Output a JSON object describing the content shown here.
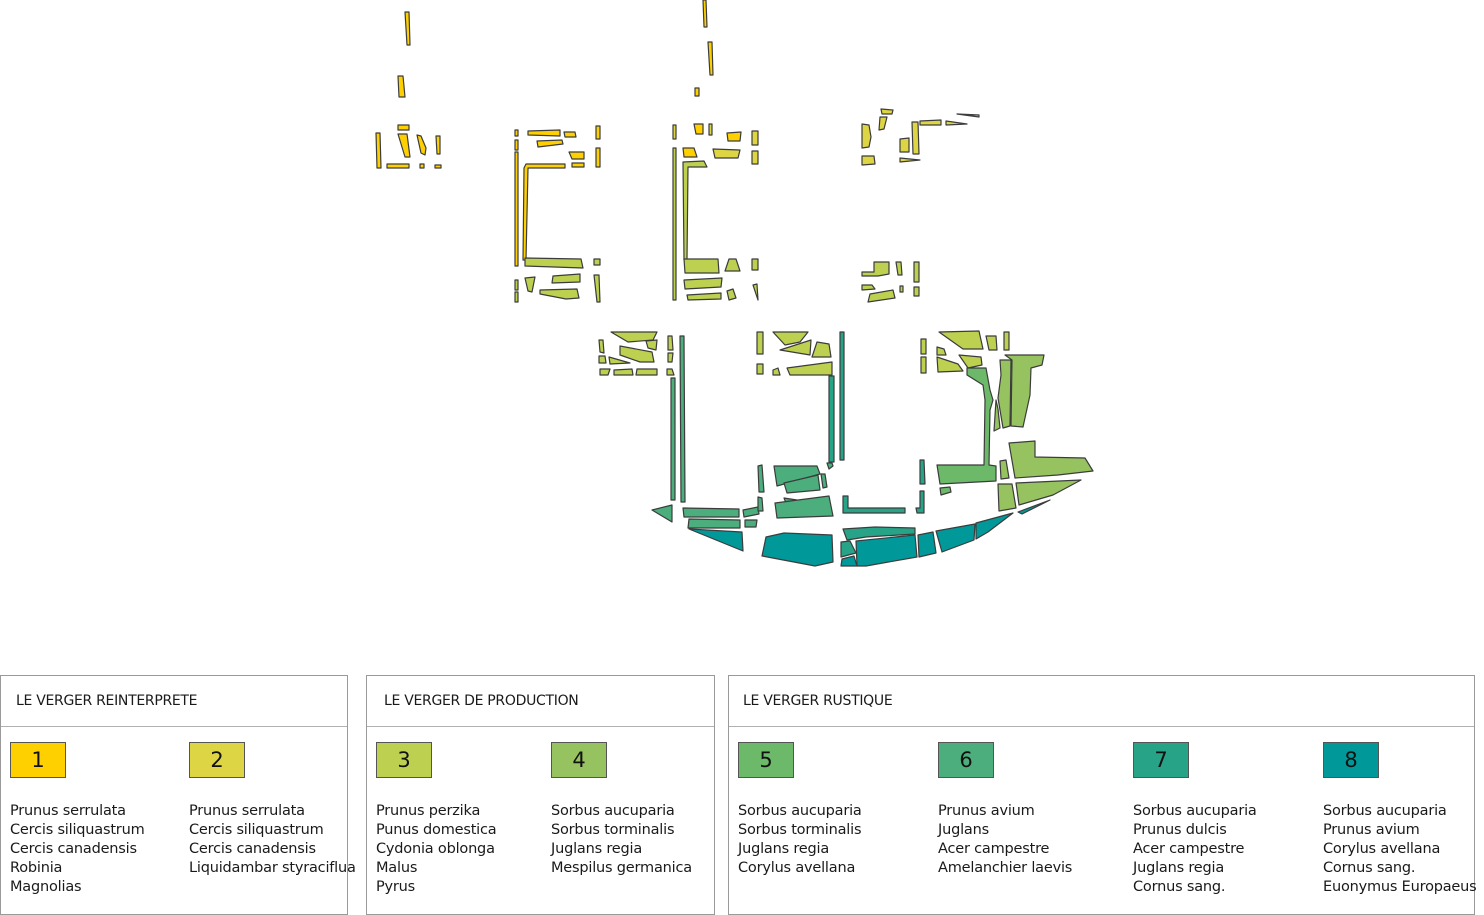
{
  "legend": {
    "groups": [
      {
        "title": "LE VERGER REINTERPRETE",
        "zones": [
          {
            "number": "1",
            "color": "#FFD000",
            "species": [
              "Prunus serrulata",
              "Cercis siliquastrum",
              "Cercis canadensis",
              "Robinia",
              "Magnolias"
            ]
          },
          {
            "number": "2",
            "color": "#DDD544",
            "species": [
              "Prunus serrulata",
              "Cercis siliquastrum",
              "Cercis canadensis",
              "Liquidambar styraciflua"
            ]
          }
        ]
      },
      {
        "title": "LE VERGER DE PRODUCTION",
        "zones": [
          {
            "number": "3",
            "color": "#BDD04F",
            "species": [
              "Prunus perzika",
              "Punus domestica",
              "Cydonia oblonga",
              "Malus",
              "Pyrus"
            ]
          },
          {
            "number": "4",
            "color": "#96C35F",
            "species": [
              "Sorbus aucuparia",
              "Sorbus torminalis",
              "Juglans regia",
              "Mespilus germanica"
            ]
          }
        ]
      },
      {
        "title": "LE VERGER RUSTIQUE",
        "zones": [
          {
            "number": "5",
            "color": "#6CB96A",
            "species": [
              "Sorbus aucuparia",
              "Sorbus torminalis",
              "Juglans regia",
              "Corylus avellana"
            ]
          },
          {
            "number": "6",
            "color": "#4BAE7C",
            "species": [
              "Prunus avium",
              "Juglans",
              "Acer campestre",
              "Amelanchier laevis"
            ]
          },
          {
            "number": "7",
            "color": "#27A388",
            "species": [
              "Sorbus aucuparia",
              "Prunus dulcis",
              "Acer campestre",
              "Juglans regia",
              "Cornus sang."
            ]
          },
          {
            "number": "8",
            "color": "#009898",
            "species": [
              "Sorbus aucuparia",
              "Prunus avium",
              "Corylus avellana",
              "Cornus sang.",
              "Euonymus Europaeus"
            ]
          }
        ]
      }
    ]
  }
}
